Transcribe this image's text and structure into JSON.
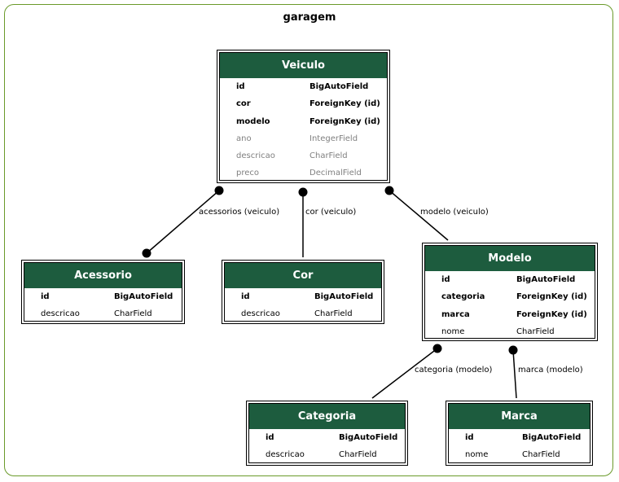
{
  "cluster": {
    "title": "garagem",
    "border_color": "#6a9a2a"
  },
  "header_color": "#1d5c3e",
  "tables": {
    "veiculo": {
      "name": "Veiculo",
      "fields": [
        {
          "name": "id",
          "type": "BigAutoField",
          "style": "key"
        },
        {
          "name": "cor",
          "type": "ForeignKey (id)",
          "style": "key"
        },
        {
          "name": "modelo",
          "type": "ForeignKey (id)",
          "style": "key"
        },
        {
          "name": "ano",
          "type": "IntegerField",
          "style": "muted"
        },
        {
          "name": "descricao",
          "type": "CharField",
          "style": "muted"
        },
        {
          "name": "preco",
          "type": "DecimalField",
          "style": "muted"
        }
      ]
    },
    "acessorio": {
      "name": "Acessorio",
      "fields": [
        {
          "name": "id",
          "type": "BigAutoField",
          "style": "key"
        },
        {
          "name": "descricao",
          "type": "CharField",
          "style": "plain"
        }
      ]
    },
    "cor": {
      "name": "Cor",
      "fields": [
        {
          "name": "id",
          "type": "BigAutoField",
          "style": "key"
        },
        {
          "name": "descricao",
          "type": "CharField",
          "style": "plain"
        }
      ]
    },
    "modelo": {
      "name": "Modelo",
      "fields": [
        {
          "name": "id",
          "type": "BigAutoField",
          "style": "key"
        },
        {
          "name": "categoria",
          "type": "ForeignKey (id)",
          "style": "key"
        },
        {
          "name": "marca",
          "type": "ForeignKey (id)",
          "style": "key"
        },
        {
          "name": "nome",
          "type": "CharField",
          "style": "plain"
        }
      ]
    },
    "categoria": {
      "name": "Categoria",
      "fields": [
        {
          "name": "id",
          "type": "BigAutoField",
          "style": "key"
        },
        {
          "name": "descricao",
          "type": "CharField",
          "style": "plain"
        }
      ]
    },
    "marca": {
      "name": "Marca",
      "fields": [
        {
          "name": "id",
          "type": "BigAutoField",
          "style": "key"
        },
        {
          "name": "nome",
          "type": "CharField",
          "style": "plain"
        }
      ]
    }
  },
  "edges": [
    {
      "from": "veiculo",
      "to": "acessorio",
      "label": "acessorios (veiculo)"
    },
    {
      "from": "veiculo",
      "to": "cor",
      "label": "cor (veiculo)"
    },
    {
      "from": "veiculo",
      "to": "modelo",
      "label": "modelo (veiculo)"
    },
    {
      "from": "modelo",
      "to": "categoria",
      "label": "categoria (modelo)"
    },
    {
      "from": "modelo",
      "to": "marca",
      "label": "marca (modelo)"
    }
  ]
}
